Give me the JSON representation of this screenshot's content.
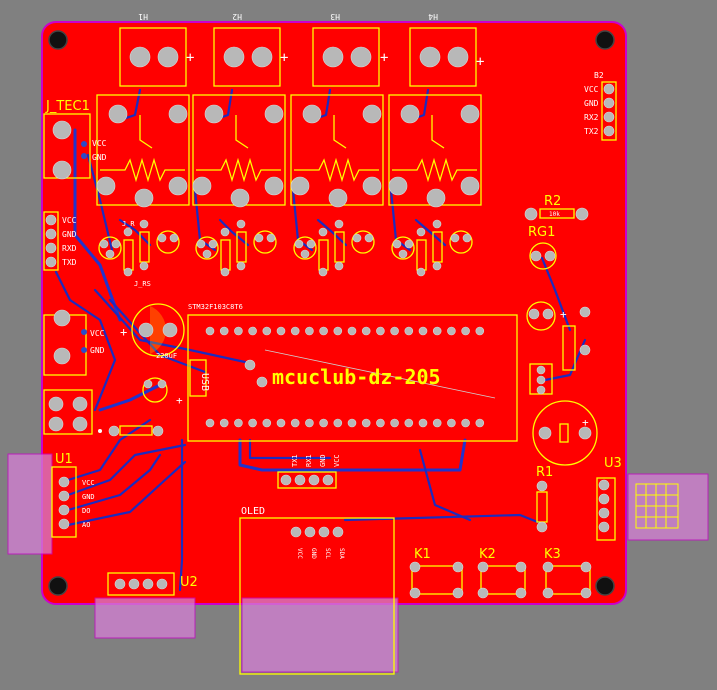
{
  "board": {
    "title": "mcuclub-dz-205",
    "colors": {
      "copper": "#ff0000",
      "background": "#808080",
      "silk": "#ffff00",
      "trace": "#1c2bbf",
      "outline": "#cc00cc",
      "pad": "#b8b8b8"
    }
  },
  "labels": {
    "j_tec1": "J_TEC1",
    "r2": "R2",
    "r2_value": "10k",
    "rg1": "RG1",
    "r1": "R1",
    "u1": "U1",
    "u2": "U2",
    "u3": "U3",
    "k1": "K1",
    "k2": "K2",
    "k3": "K3",
    "oled": "OLED",
    "usb": "USB",
    "mcu": "STM32F103C8T6",
    "cap": "220uF",
    "plus": "+",
    "b2": "B2",
    "j_r": "J_R",
    "j_rs": "J_RS"
  },
  "relay_labels": [
    "H1",
    "H2",
    "H3",
    "H4"
  ],
  "pin_headers": {
    "right_top": [
      "VCC",
      "GND",
      "RX2",
      "TX2"
    ],
    "left_mid": [
      "VCC",
      "GND",
      "RXD",
      "TXD"
    ],
    "tec": [
      "VCC",
      "GND"
    ],
    "power": [
      "VCC",
      "GND"
    ],
    "uart_center": [
      "TX1",
      "RX1",
      "GND",
      "VCC"
    ],
    "oled_pins": [
      "VCC",
      "GND",
      "SCL",
      "SDA"
    ],
    "u1_pins": [
      "VCC",
      "GND",
      "DO",
      "AO"
    ]
  }
}
